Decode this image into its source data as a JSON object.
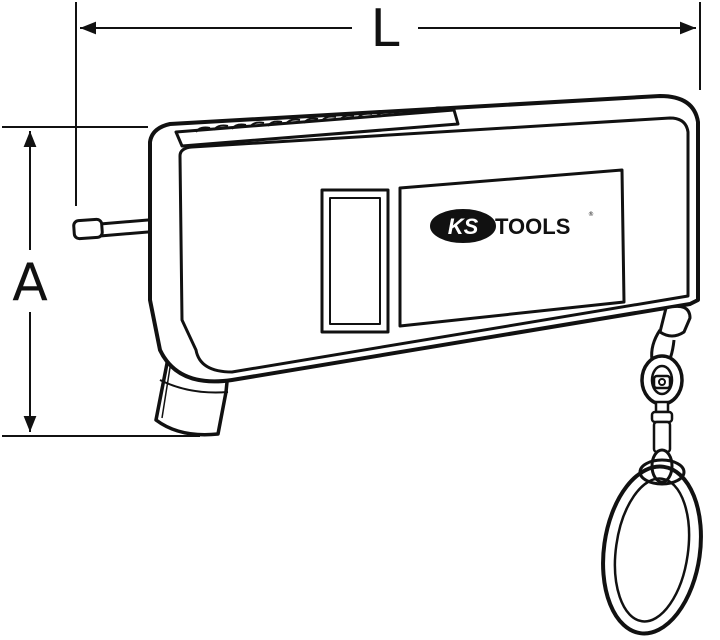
{
  "dimensions": {
    "length_label": "L",
    "height_label": "A"
  },
  "logo": {
    "ks_text": "KS",
    "tools_text": "TOOLS",
    "registered_mark": "®"
  }
}
